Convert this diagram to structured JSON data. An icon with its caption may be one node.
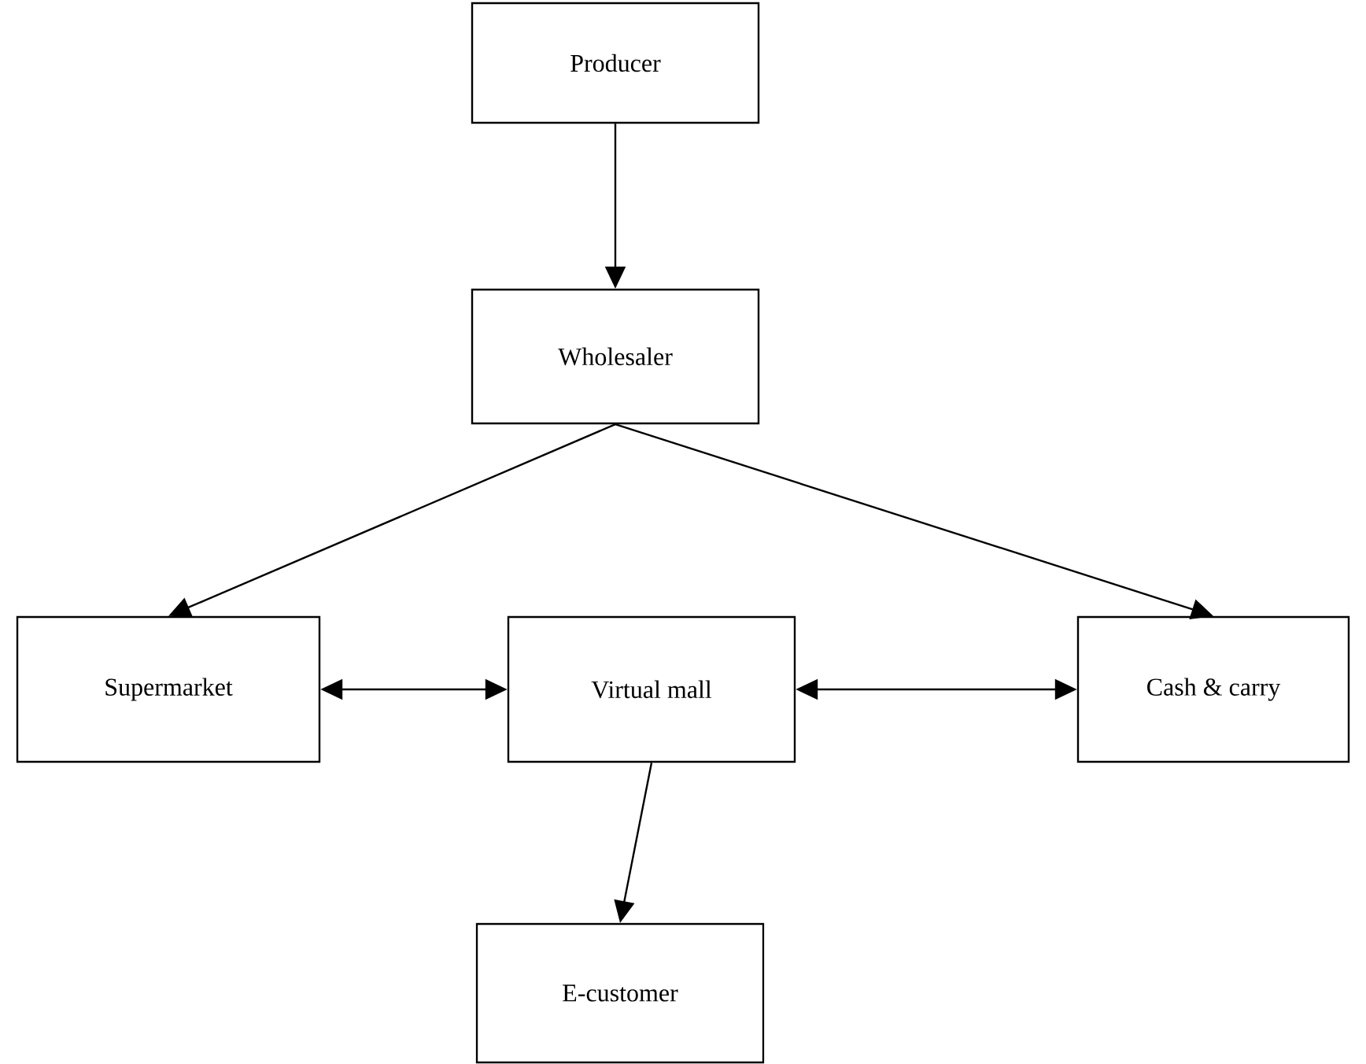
{
  "diagram": {
    "nodes": [
      {
        "text": [
          "Producer"
        ]
      },
      {
        "text": [
          "Wholesaler"
        ]
      },
      {
        "text": [
          "Supermarket"
        ]
      },
      {
        "text": [
          "Virtual mall"
        ]
      },
      {
        "text": [
          "Cash & carry"
        ]
      },
      {
        "text": [
          "E-customer"
        ]
      }
    ],
    "edges": [
      {
        "from": 0,
        "to": 1,
        "arrow": "to"
      },
      {
        "from": 1,
        "to": 2,
        "arrow": "to"
      },
      {
        "from": 1,
        "to": 4,
        "arrow": "to"
      },
      {
        "from": 2,
        "to": 3,
        "arrow": "both"
      },
      {
        "from": 3,
        "to": 4,
        "arrow": "both"
      },
      {
        "from": 3,
        "to": 5,
        "arrow": "to"
      }
    ]
  }
}
